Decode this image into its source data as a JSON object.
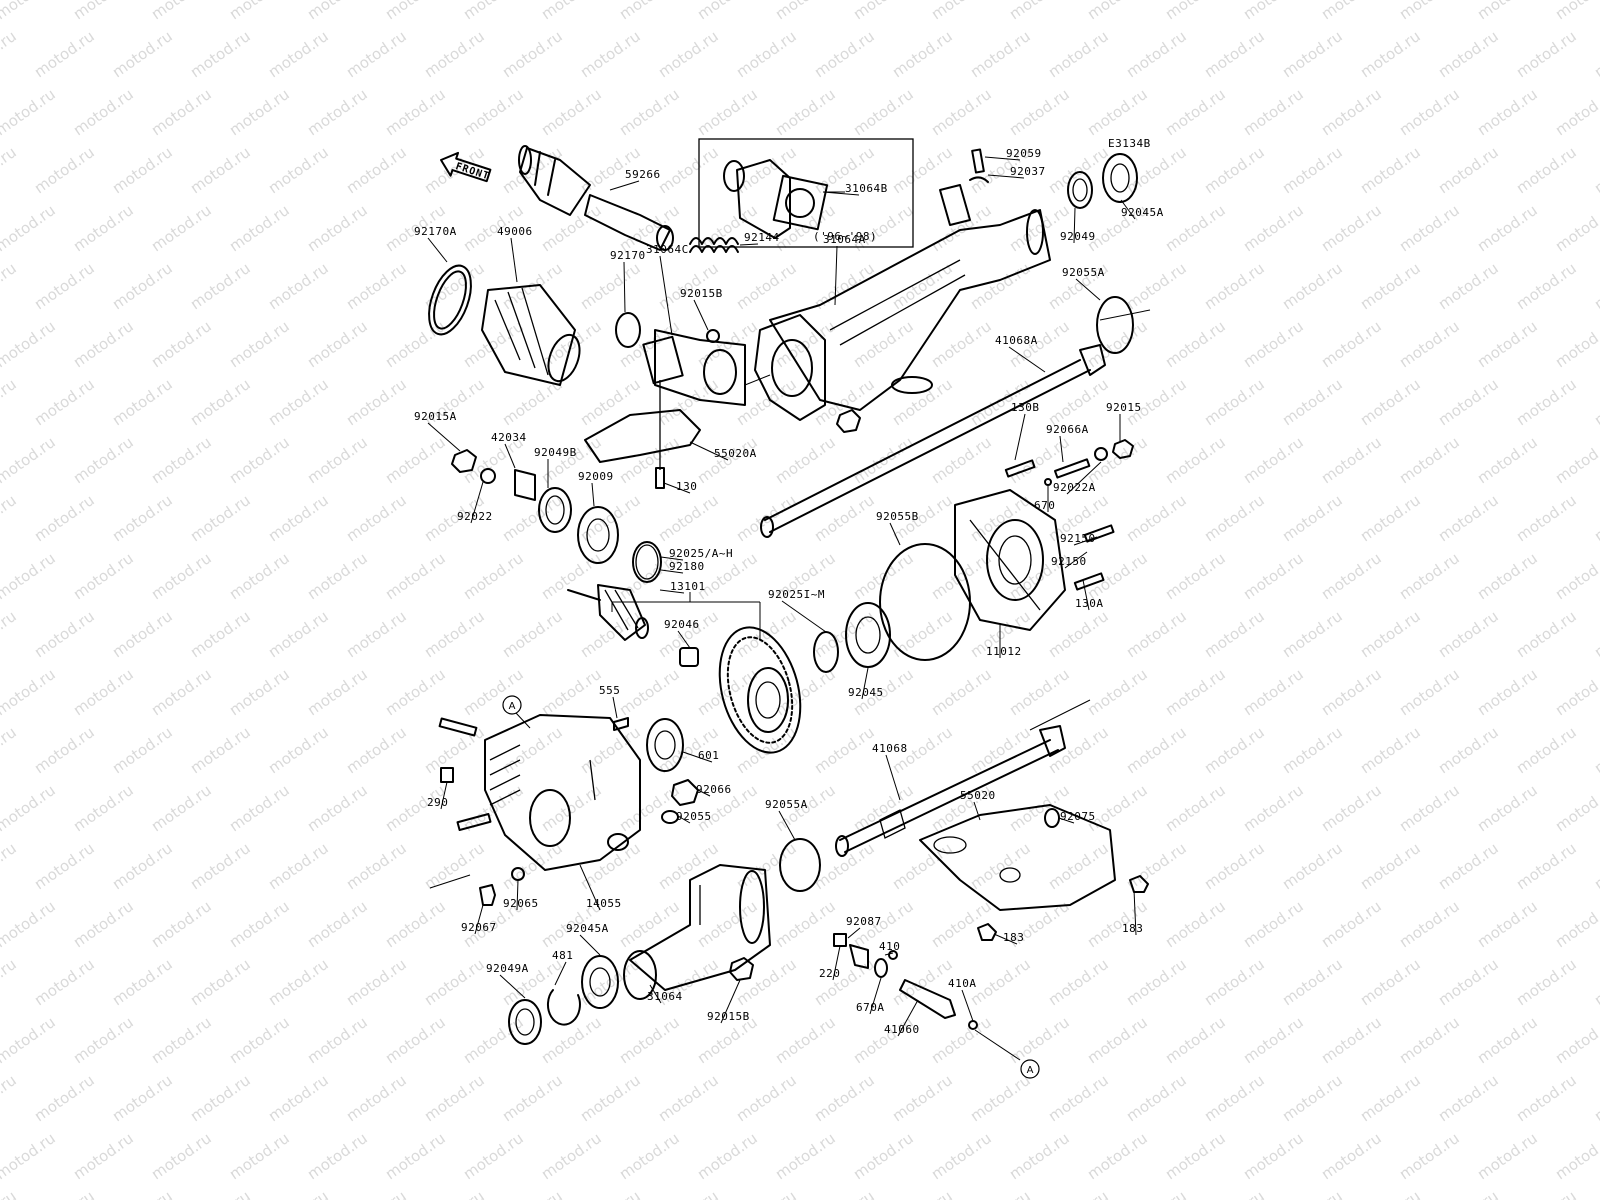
{
  "watermark": "motod.ru",
  "diagram_code": "E3134B",
  "front_label": "FRONT",
  "year_note": "('96~'98)",
  "callout_letter": "A",
  "part_labels": [
    "92059",
    "92037",
    "92045A",
    "92049",
    "59266",
    "31064B",
    "92170A",
    "49006",
    "92170",
    "92144",
    "31064C",
    "92015B",
    "31064A",
    "92055A",
    "41068A",
    "92015A",
    "42034",
    "92049B",
    "92009",
    "55020A",
    "130",
    "92022",
    "130B",
    "92066A",
    "92015",
    "670",
    "92022A",
    "92150",
    "92055B",
    "92025/A~H",
    "92180",
    "13101",
    "92046",
    "92025I~M",
    "130A",
    "11012",
    "92045",
    "555",
    "601",
    "92066",
    "92055",
    "290",
    "14055",
    "92065",
    "92067",
    "41068",
    "55020",
    "92075",
    "183",
    "92045A",
    "481",
    "92049A",
    "31064",
    "92015B",
    "92087",
    "410",
    "220",
    "670A",
    "410A",
    "41060",
    "92150",
    "92055A",
    "183"
  ]
}
